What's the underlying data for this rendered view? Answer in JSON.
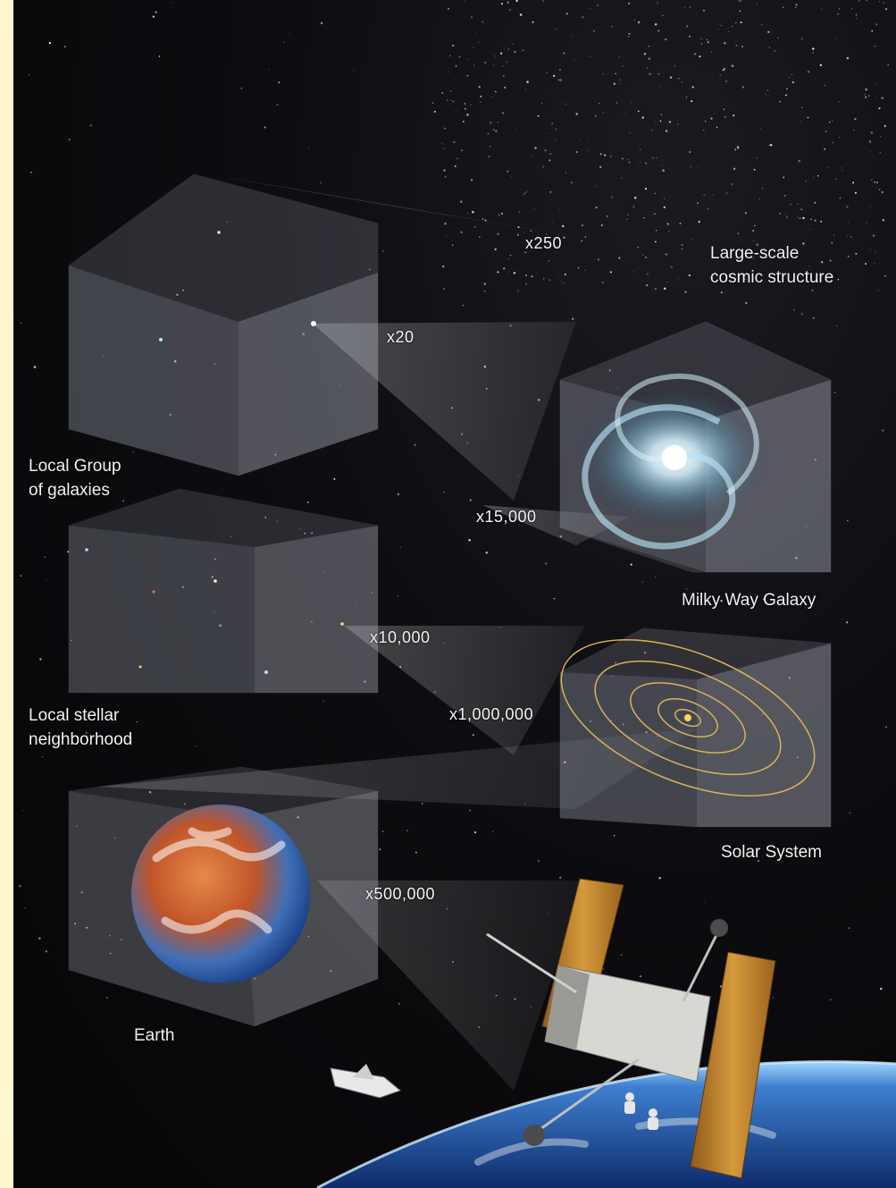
{
  "labels": {
    "large_scale": "Large-scale\ncosmic structure",
    "local_group": "Local Group\nof galaxies",
    "milky_way": "Milky Way Galaxy",
    "stellar": "Local stellar\nneighborhood",
    "solar_system": "Solar System",
    "earth": "Earth"
  },
  "magnifications": {
    "m250": "x250",
    "m20": "x20",
    "m15000": "x15,000",
    "m10000": "x10,000",
    "m1000000": "x1,000,000",
    "m500000": "x500,000"
  },
  "colors": {
    "background": "#0b0a0d",
    "border": "#fdf6cf",
    "cube": "#b8bcc8",
    "galaxy": "#9fd3ea",
    "orbit": "#d9b25a",
    "earth_ocean": "#2c5fb8",
    "earth_land": "#d9733a",
    "solar_panel": "#c98a2a"
  },
  "icons": [
    "spiral-galaxy-icon",
    "solar-system-orbits-icon",
    "earth-globe-icon",
    "space-telescope-icon",
    "space-shuttle-icon",
    "astronaut-icon"
  ]
}
